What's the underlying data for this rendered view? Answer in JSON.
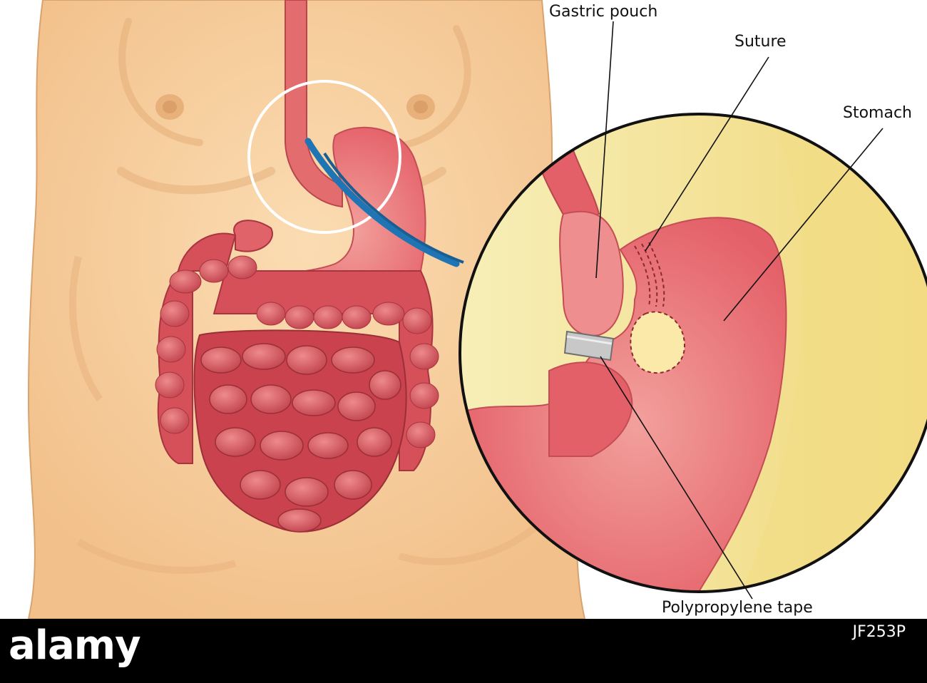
{
  "labels": {
    "gastric_pouch": "Gastric pouch",
    "suture": "Suture",
    "stomach": "Stomach",
    "polypropylene_tape": "Polypropylene tape"
  },
  "footer": {
    "logo": "alamy",
    "image_id": "JF253P"
  },
  "colors": {
    "skin": "#f7ce9d",
    "skin_shadow": "#e8b47e",
    "organ": "#e0565f",
    "organ_dark": "#b83a43",
    "organ_light": "#f4a7a4",
    "inset_bg": "#f6eba6",
    "arrow": "#1f74b4",
    "tape": "#c8c8c8"
  },
  "icons": [
    "blue-arrow-icon",
    "magnifier-circle-icon"
  ]
}
